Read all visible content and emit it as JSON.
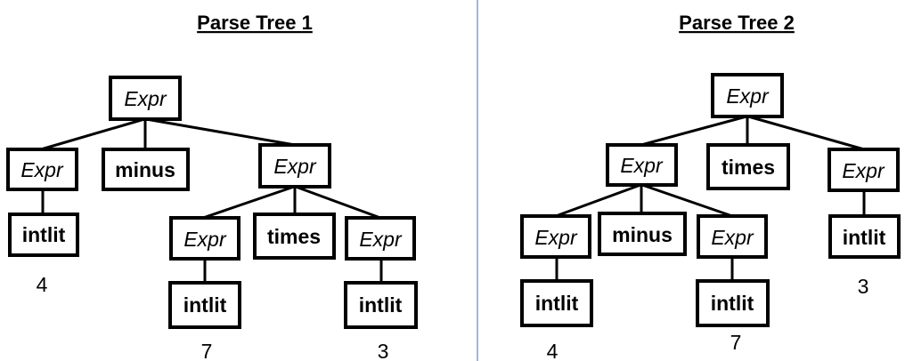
{
  "colors": {
    "divider": "#5b8ac9",
    "stroke": "#000000",
    "background": "#ffffff"
  },
  "tree1": {
    "title": "Parse Tree 1",
    "root": "Expr",
    "left_expr": "Expr",
    "minus": "minus",
    "right_expr": "Expr",
    "left_intlit": "intlit",
    "inner_left_expr": "Expr",
    "times": "times",
    "inner_right_expr": "Expr",
    "inner_left_intlit": "intlit",
    "inner_right_intlit": "intlit",
    "values": [
      "4",
      "7",
      "3"
    ]
  },
  "tree2": {
    "title": "Parse Tree 2",
    "root": "Expr",
    "left_expr": "Expr",
    "times": "times",
    "right_expr": "Expr",
    "right_intlit": "intlit",
    "inner_left_expr": "Expr",
    "minus": "minus",
    "inner_right_expr": "Expr",
    "inner_left_intlit": "intlit",
    "inner_right_intlit": "intlit",
    "values": [
      "4",
      "7",
      "3"
    ]
  }
}
